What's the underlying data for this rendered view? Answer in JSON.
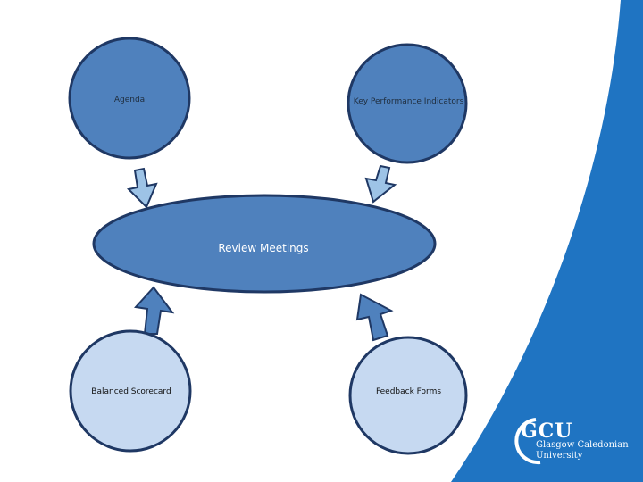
{
  "nodes": {
    "agenda": "Agenda",
    "kpi": "Key Performance Indicators",
    "review": "Review Meetings",
    "balanced_scorecard": "Balanced Scorecard",
    "feedback": "Feedback Forms"
  },
  "logo": {
    "mark": "GCU",
    "line1": "Glasgow Caledonian",
    "line2": "University"
  },
  "colors": {
    "dark_circle": "#4f81bd",
    "light_circle": "#c6d9f1",
    "outline": "#1f3864",
    "arrow_down": "#9dc3e6",
    "arrow_up": "#4f81bd",
    "band": "#1f74c2"
  }
}
